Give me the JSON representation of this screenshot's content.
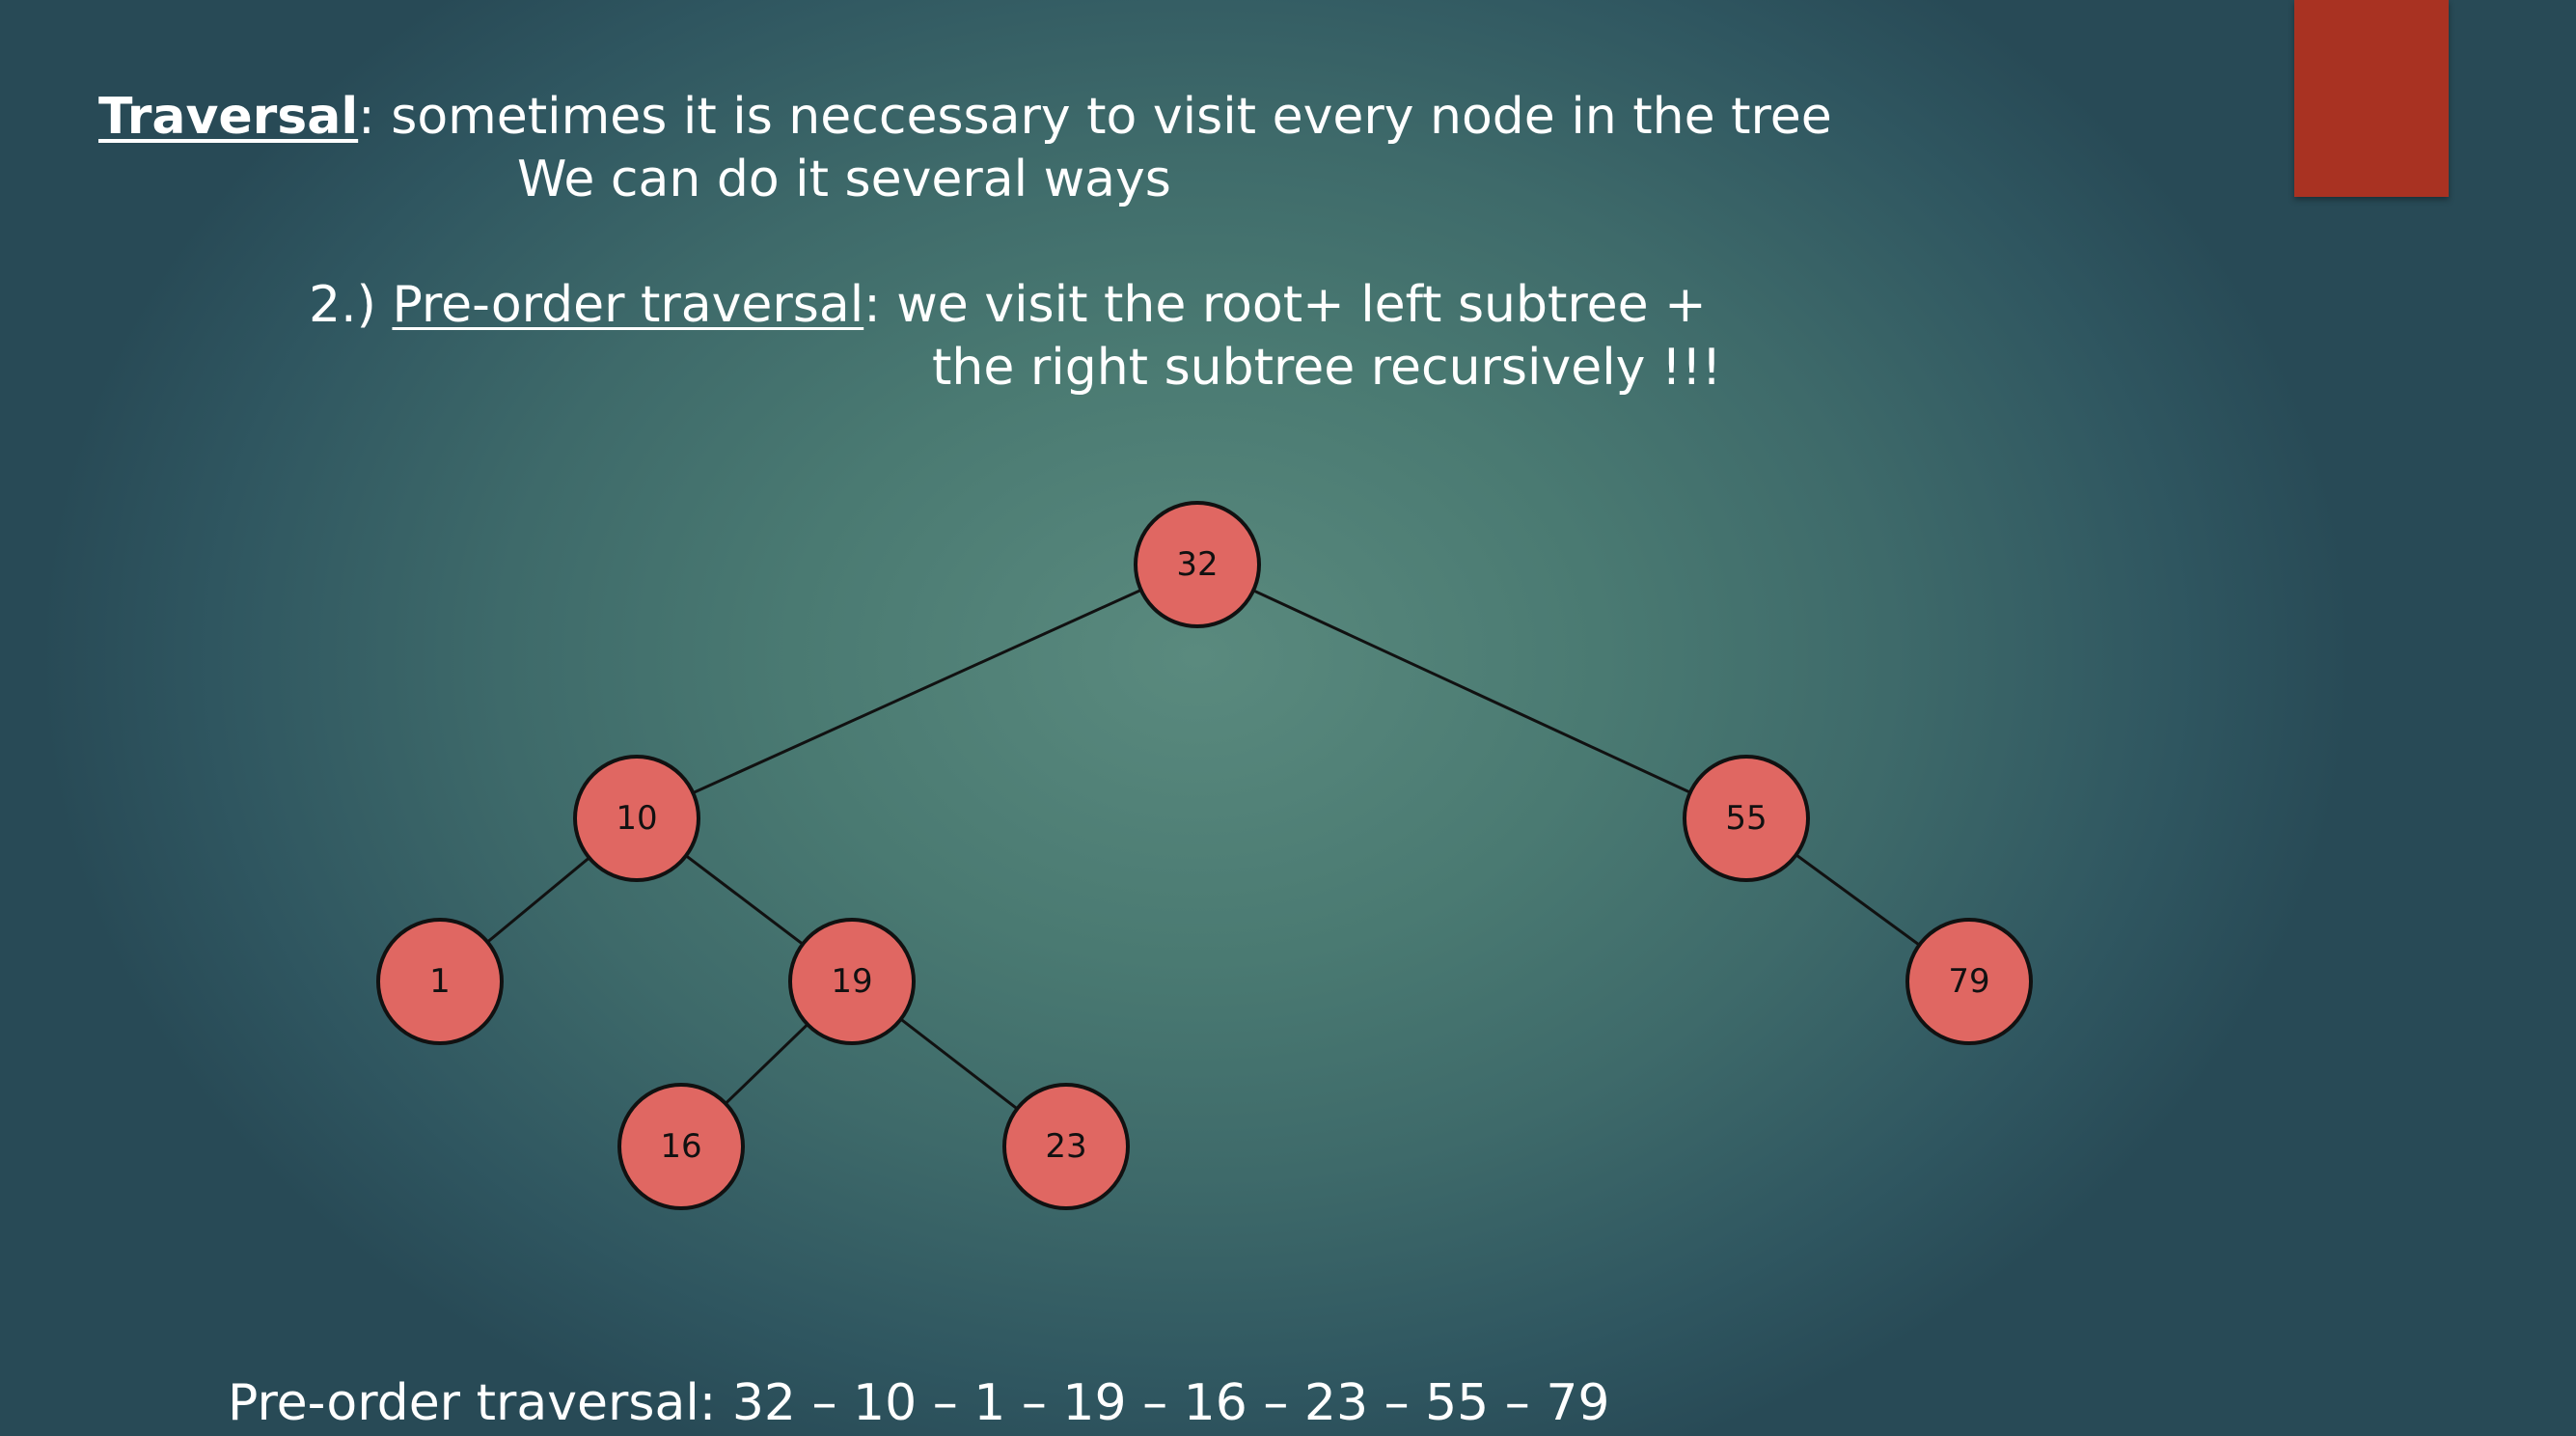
{
  "header": {
    "term": "Traversal",
    "definition": ": sometimes it is neccessary to visit every node in the tree",
    "line2": "We can do it several ways"
  },
  "item": {
    "number": "2.) ",
    "term": "Pre-order traversal",
    "description": ": we visit the root+ left subtree +",
    "description_cont": "the right subtree recursively !!!"
  },
  "tree": {
    "nodes": [
      {
        "id": "n32",
        "value": "32"
      },
      {
        "id": "n10",
        "value": "10"
      },
      {
        "id": "n55",
        "value": "55"
      },
      {
        "id": "n1",
        "value": "1"
      },
      {
        "id": "n19",
        "value": "19"
      },
      {
        "id": "n79",
        "value": "79"
      },
      {
        "id": "n16",
        "value": "16"
      },
      {
        "id": "n23",
        "value": "23"
      }
    ],
    "edges": [
      [
        "n32",
        "n10"
      ],
      [
        "n32",
        "n55"
      ],
      [
        "n10",
        "n1"
      ],
      [
        "n10",
        "n19"
      ],
      [
        "n55",
        "n79"
      ],
      [
        "n19",
        "n16"
      ],
      [
        "n19",
        "n23"
      ]
    ]
  },
  "result": {
    "text": "Pre-order traversal: 32 – 10 – 1 – 19 – 16 – 23 – 55 – 79"
  },
  "colors": {
    "node_fill": "#e06762",
    "accent_tab": "#a93222",
    "text": "#ffffff"
  }
}
